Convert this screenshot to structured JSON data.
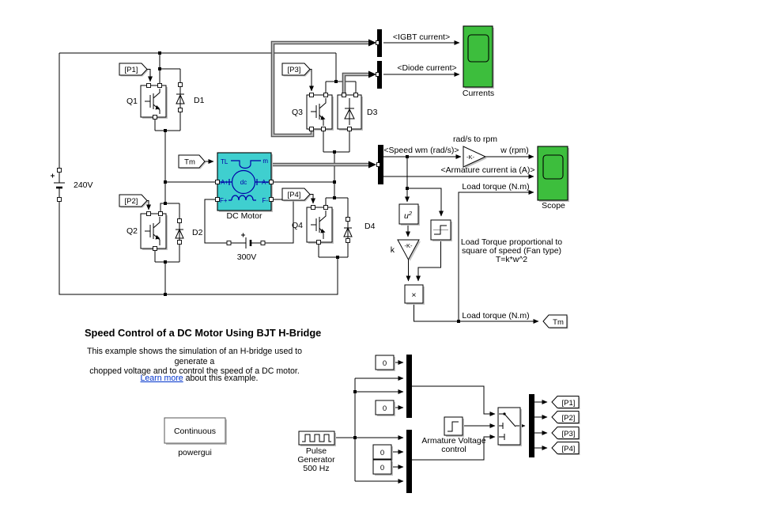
{
  "diagram": {
    "title": "Speed Control of a DC Motor Using BJT H-Bridge",
    "description_line1": "This example shows the simulation of an H-bridge used to generate a",
    "description_line2": "chopped voltage and to control the speed of a DC motor.",
    "learn_more": "Learn more",
    "learn_more_rest": " about this example."
  },
  "colors": {
    "scope_green": "#3dbe3d",
    "motor_cyan": "#3fcfcf",
    "link_blue": "#0033cc",
    "powergui_blue": "#2222cc"
  },
  "tags": {
    "p1": "[P1]",
    "p2": "[P2]",
    "p3": "[P3]",
    "p4": "[P4]",
    "tm": "Tm"
  },
  "bridge": {
    "q1": "Q1",
    "q2": "Q2",
    "q3": "Q3",
    "q4": "Q4",
    "d1": "D1",
    "d2": "D2",
    "d3": "D3",
    "d4": "D4",
    "battery_dc": "240V",
    "battery_field": "300V"
  },
  "motor": {
    "label": "DC Motor",
    "tl": "TL",
    "m": "m",
    "a_plus": "A+",
    "a_minus": "A-",
    "f_plus": "F+",
    "f_minus": "F-",
    "dc": "dc"
  },
  "signals": {
    "igbt_current": "<IGBT current>",
    "diode_current": "<Diode current>",
    "speed": "<Speed wm (rad/s)>",
    "armature_current": "<Armature current ia (A)>",
    "w_rpm": "w (rpm)",
    "load_torque": "Load torque (N.m)"
  },
  "scopes": {
    "currents": "Currents",
    "scope": "Scope"
  },
  "gains": {
    "rpm_label": "rad/s to rpm",
    "rpm_text": "-K-",
    "k_label": "k",
    "k_text": "-K-"
  },
  "math": {
    "square_base": "u",
    "square_exp": "2",
    "product": "×"
  },
  "annotation": {
    "line1": "Load Torque proportional to",
    "line2": "square of speed (Fan type)",
    "line3": "T=k*w^2"
  },
  "control": {
    "pulse_line1": "Pulse",
    "pulse_line2": "Generator",
    "pulse_line3": "500 Hz",
    "const1": "0",
    "const2": "0",
    "const3": "0",
    "const4": "0",
    "avc_line1": "Armature Voltage",
    "avc_line2": "control"
  },
  "powergui": {
    "status": "Continuous",
    "label": "powergui"
  }
}
